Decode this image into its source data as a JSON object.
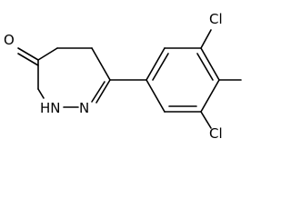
{
  "molecule": {
    "atoms": {
      "carbonyl_oxygen": "O",
      "ring_nh": "HN",
      "ring_n": "N",
      "chlorine_top": "Cl",
      "chlorine_bottom": "Cl"
    },
    "colors": {
      "bond": "#000000",
      "label": "#000000",
      "background": "#ffffff"
    }
  }
}
